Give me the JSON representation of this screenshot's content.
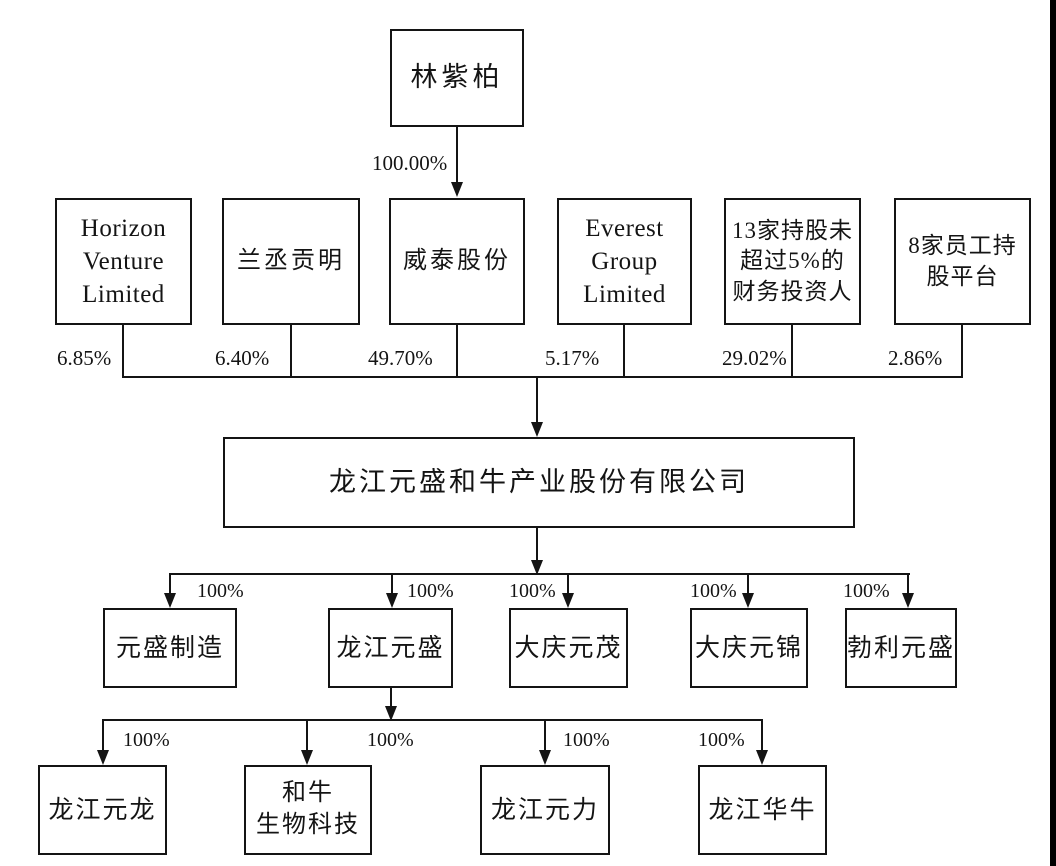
{
  "diagram": {
    "title": "equity-structure-chart",
    "root": {
      "name": "林紫柏",
      "pct": "100.00%"
    },
    "shareholders": [
      {
        "name": "Horizon\nVenture\nLimited",
        "pct": "6.85%"
      },
      {
        "name": "兰丞贡明",
        "pct": "6.40%"
      },
      {
        "name": "威泰股份",
        "pct": "49.70%"
      },
      {
        "name": "Everest\nGroup\nLimited",
        "pct": "5.17%"
      },
      {
        "name": "13家持股未\n超过5%的\n财务投资人",
        "pct": "29.02%"
      },
      {
        "name": "8家员工持\n股平台",
        "pct": "2.86%"
      }
    ],
    "company": {
      "name": "龙江元盛和牛产业股份有限公司"
    },
    "subsidiaries": [
      {
        "name": "元盛制造",
        "pct": "100%"
      },
      {
        "name": "龙江元盛",
        "pct": "100%"
      },
      {
        "name": "大庆元茂",
        "pct": "100%"
      },
      {
        "name": "大庆元锦",
        "pct": "100%"
      },
      {
        "name": "勃利元盛",
        "pct": "100%"
      }
    ],
    "sub_subsidiaries": [
      {
        "name": "龙江元龙",
        "pct": "100%"
      },
      {
        "name": "和牛\n生物科技",
        "pct": "100%"
      },
      {
        "name": "龙江元力",
        "pct": "100%"
      },
      {
        "name": "龙江华牛",
        "pct": "100%"
      }
    ],
    "colors": {
      "line": "#141414",
      "background": "#ffffff",
      "edge_artifact": "#000000"
    }
  }
}
